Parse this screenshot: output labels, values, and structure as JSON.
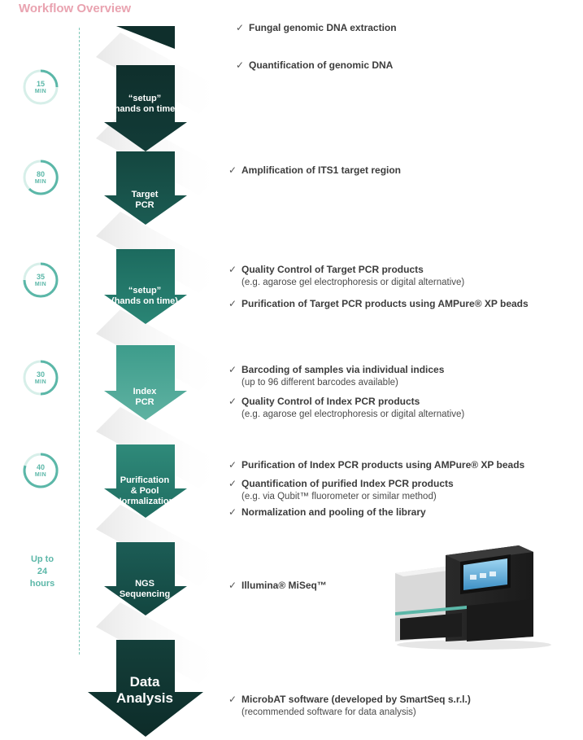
{
  "title": "Workflow Overview",
  "timers": [
    {
      "value": "15",
      "unit": "MIN"
    },
    {
      "value": "80",
      "unit": "MIN"
    },
    {
      "value": "35",
      "unit": "MIN"
    },
    {
      "value": "30",
      "unit": "MIN"
    },
    {
      "value": "40",
      "unit": "MIN"
    }
  ],
  "hours_label": [
    "Up to",
    "24",
    "hours"
  ],
  "steps": [
    {
      "lines": [
        "“setup”",
        "(hands on time)"
      ]
    },
    {
      "lines": [
        "Target",
        "PCR"
      ]
    },
    {
      "lines": [
        "“setup”",
        "(hands on time)"
      ]
    },
    {
      "lines": [
        "Index",
        "PCR"
      ]
    },
    {
      "lines": [
        "Purification",
        "& Pool",
        "Normalization"
      ]
    },
    {
      "lines": [
        "NGS",
        "Sequencing"
      ]
    },
    {
      "lines": [
        "Data",
        "Analysis"
      ]
    }
  ],
  "checkmark": "✓",
  "tasks": [
    {
      "main": "Fungal genomic DNA extraction",
      "sub": ""
    },
    {
      "main": "Quantification of genomic DNA",
      "sub": ""
    },
    {
      "main": "Amplification of ITS1 target region",
      "sub": ""
    },
    {
      "main": "Quality Control of Target PCR products",
      "sub": "(e.g. agarose gel electrophoresis or digital alternative)"
    },
    {
      "main": "Purification of Target PCR products using AMPure® XP beads",
      "sub": ""
    },
    {
      "main": "Barcoding of samples via individual indices",
      "sub": "(up to 96 different barcodes available)"
    },
    {
      "main": "Quality Control of Index PCR products",
      "sub": "(e.g. agarose gel electrophoresis or digital alternative)"
    },
    {
      "main": "Purification of Index PCR products using AMPure® XP beads",
      "sub": ""
    },
    {
      "main": "Quantification of purified Index PCR products",
      "sub": "(e.g. via Qubit™ fluorometer or similar method)"
    },
    {
      "main": "Normalization and pooling of the library",
      "sub": ""
    },
    {
      "main": "Illumina® MiSeq™",
      "sub": ""
    },
    {
      "main": "MicrobAT software (developed by SmartSeq s.r.l.)",
      "sub": "(recommended software for data analysis)"
    }
  ],
  "colors": {
    "title": "#e9a3b0",
    "timer": "#5bb7a8",
    "arrow_dark": "#123c38",
    "arrow_mid": "#1f7a6e",
    "arrow_light": "#4fa898",
    "stripe": "#eeeeee"
  }
}
